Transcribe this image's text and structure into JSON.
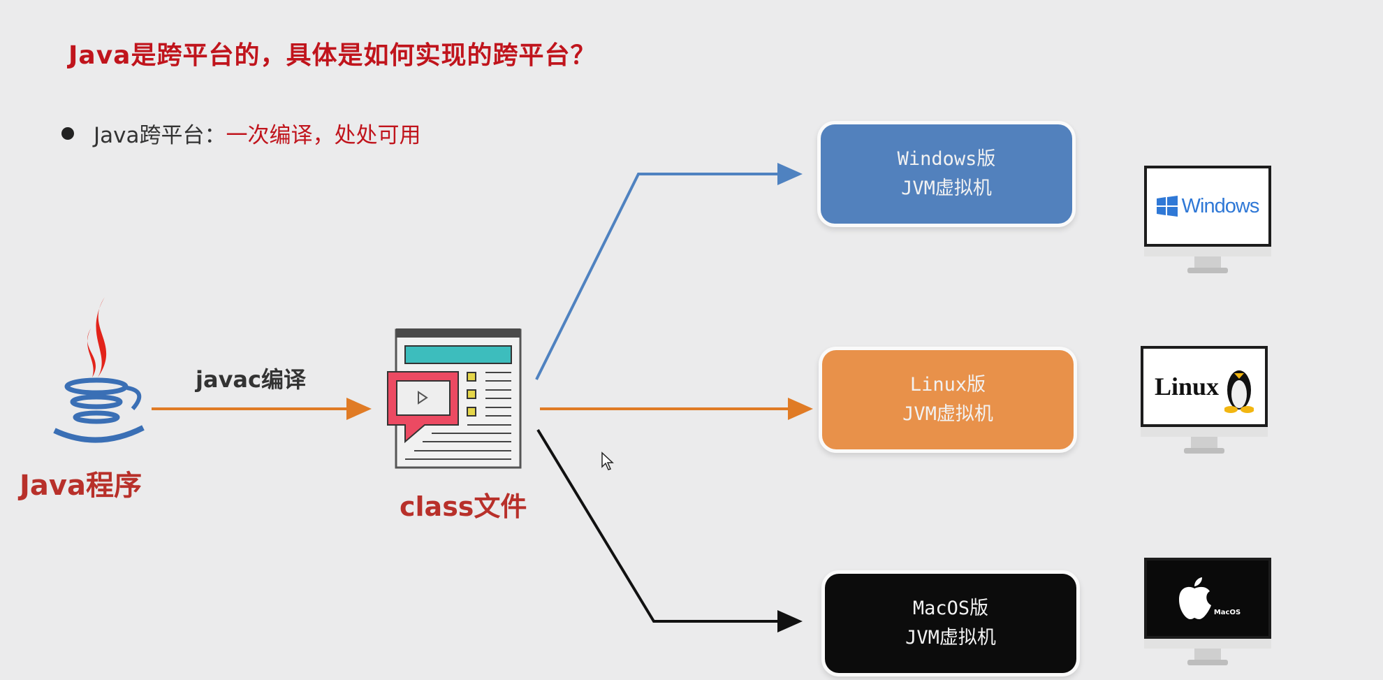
{
  "title": "Java是跨平台的，具体是如何实现的跨平台？",
  "bullet": {
    "prefix": "Java跨平台：",
    "highlight": "一次编译，处处可用"
  },
  "java_program": {
    "label": "Java程序"
  },
  "compile_step": {
    "label": "javac编译"
  },
  "class_file": {
    "label": "class文件"
  },
  "jvms": [
    {
      "line1": "Windows版",
      "line2": "JVM虚拟机",
      "color": "#5281bd"
    },
    {
      "line1": "Linux版",
      "line2": "JVM虚拟机",
      "color": "#e8914a"
    },
    {
      "line1": "MacOS版",
      "line2": "JVM虚拟机",
      "color": "#0c0c0c"
    }
  ],
  "platforms": [
    {
      "logo_text": "Windows"
    },
    {
      "logo_text": "Linux"
    },
    {
      "logo_text": "MacOS"
    }
  ],
  "colors": {
    "title": "#c0141c",
    "arrow_orange": "#e07b25",
    "line_blue": "#4f82c0",
    "line_black": "#111111"
  }
}
